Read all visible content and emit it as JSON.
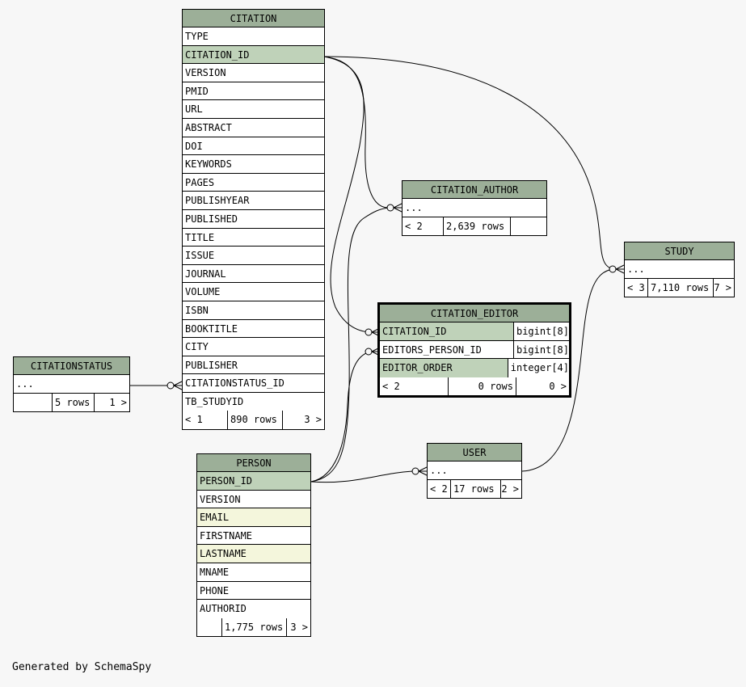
{
  "footer": "Generated by SchemaSpy",
  "tables": {
    "citation": {
      "name": "CITATION",
      "columns": [
        {
          "name": "TYPE",
          "style": "plain"
        },
        {
          "name": "CITATION_ID",
          "style": "pk"
        },
        {
          "name": "VERSION",
          "style": "plain"
        },
        {
          "name": "PMID",
          "style": "plain"
        },
        {
          "name": "URL",
          "style": "plain"
        },
        {
          "name": "ABSTRACT",
          "style": "plain"
        },
        {
          "name": "DOI",
          "style": "plain"
        },
        {
          "name": "KEYWORDS",
          "style": "plain"
        },
        {
          "name": "PAGES",
          "style": "plain"
        },
        {
          "name": "PUBLISHYEAR",
          "style": "plain"
        },
        {
          "name": "PUBLISHED",
          "style": "plain"
        },
        {
          "name": "TITLE",
          "style": "plain"
        },
        {
          "name": "ISSUE",
          "style": "plain"
        },
        {
          "name": "JOURNAL",
          "style": "plain"
        },
        {
          "name": "VOLUME",
          "style": "plain"
        },
        {
          "name": "ISBN",
          "style": "plain"
        },
        {
          "name": "BOOKTITLE",
          "style": "plain"
        },
        {
          "name": "CITY",
          "style": "plain"
        },
        {
          "name": "PUBLISHER",
          "style": "plain"
        },
        {
          "name": "CITATIONSTATUS_ID",
          "style": "plain"
        },
        {
          "name": "TB_STUDYID",
          "style": "plain"
        }
      ],
      "stats": {
        "parents": "< 1",
        "rows": "890 rows",
        "children": "3 >"
      }
    },
    "citation_author": {
      "name": "CITATION_AUTHOR",
      "collapsed": "...",
      "stats": {
        "parents": "< 2",
        "rows": "2,639 rows",
        "children": ""
      }
    },
    "study": {
      "name": "STUDY",
      "collapsed": "...",
      "stats": {
        "parents": "< 3",
        "rows": "7,110 rows",
        "children": "7 >"
      }
    },
    "citation_editor": {
      "name": "CITATION_EDITOR",
      "columns": [
        {
          "name": "CITATION_ID",
          "type": "bigint[8]",
          "style": "pk"
        },
        {
          "name": "EDITORS_PERSON_ID",
          "type": "bigint[8]",
          "style": "plain"
        },
        {
          "name": "EDITOR_ORDER",
          "type": "integer[4]",
          "style": "pk"
        }
      ],
      "stats": {
        "parents": "< 2",
        "rows": "0 rows",
        "children": "0 >"
      }
    },
    "citationstatus": {
      "name": "CITATIONSTATUS",
      "collapsed": "...",
      "stats": {
        "parents": "",
        "rows": "5 rows",
        "children": "1 >"
      }
    },
    "person": {
      "name": "PERSON",
      "columns": [
        {
          "name": "PERSON_ID",
          "style": "pk"
        },
        {
          "name": "VERSION",
          "style": "plain"
        },
        {
          "name": "EMAIL",
          "style": "idx"
        },
        {
          "name": "FIRSTNAME",
          "style": "plain"
        },
        {
          "name": "LASTNAME",
          "style": "idx"
        },
        {
          "name": "MNAME",
          "style": "plain"
        },
        {
          "name": "PHONE",
          "style": "plain"
        },
        {
          "name": "AUTHORID",
          "style": "plain"
        }
      ],
      "stats": {
        "parents": "",
        "rows": "1,775 rows",
        "children": "3 >"
      }
    },
    "user": {
      "name": "USER",
      "collapsed": "...",
      "stats": {
        "parents": "< 2",
        "rows": "17 rows",
        "children": "2 >"
      }
    }
  },
  "colors": {
    "header": "#9caf98",
    "primary_key": "#bfd2b9",
    "indexed": "#f4f6dc",
    "background": "#f7f7f7"
  }
}
